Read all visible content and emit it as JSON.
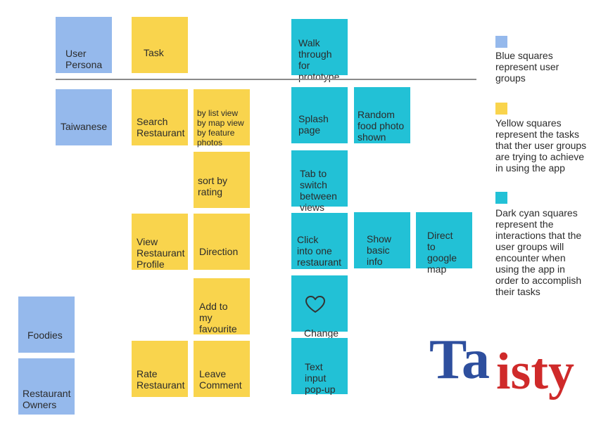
{
  "persona_header": "User\nPersona",
  "task_header": "Task",
  "walkthrough_header": "Walk\nthrough\nfor\nprototype",
  "personas": {
    "taiwanese": "Taiwanese",
    "foodies": "Foodies",
    "restaurant_owners": "Restaurant\nOwners"
  },
  "tasks": {
    "search_restaurant": "Search\nRestaurant",
    "view_profile": "View\nRestaurant\nProfile",
    "rate_restaurant": "Rate\nRestaurant"
  },
  "subtasks": {
    "by_views": "by list view\nby map view\nby feature\n    photos",
    "sort_by_rating": "sort by\nrating",
    "direction": "Direction",
    "add_favourite": "Add to\nmy\nfavourite",
    "leave_comment": "Leave\nComment"
  },
  "interactions": {
    "splash_page": "Splash\npage",
    "random_photo": "Random\nfood photo\nshown",
    "tab_switch": "Tab to\nswitch\nbetween\nviews",
    "click_restaurant": "Click\ninto one\nrestaurant",
    "show_basic_info": "Show\nbasic\ninfo",
    "direct_google_map": "Direct\nto\ngoogle\nmap",
    "change_color": "Change\ncolor",
    "text_popup": "Text\ninput\npop-up"
  },
  "legend": {
    "blue": "Blue squares\nrepresent user\ngroups",
    "yellow": "Yellow squares\nrepresent the tasks\nthat ther user groups\nare trying to achieve\nin using the app",
    "cyan": "Dark cyan squares\nrepresent the\ninteractions that the\nuser groups will\nencounter when\nusing the app in\norder to accomplish\ntheir tasks"
  },
  "colors": {
    "blue": "#95b9ec",
    "yellow": "#f9d44d",
    "cyan": "#22c1d6",
    "logo_blue": "#2e4f9e",
    "logo_red": "#cf2a2a"
  },
  "logo": {
    "part1": "Ta",
    "part2": "isty"
  },
  "icons": {
    "heart": "heart-icon"
  }
}
